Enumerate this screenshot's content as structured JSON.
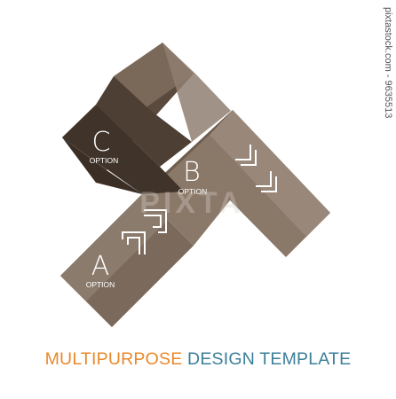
{
  "options": [
    {
      "letter": "C",
      "label": "OPTION"
    },
    {
      "letter": "B",
      "label": "OPTION"
    },
    {
      "letter": "A",
      "label": "OPTION"
    }
  ],
  "title": {
    "part1": "MULTIPURPOSE",
    "part2": "DESIGN TEMPLATE",
    "color1": "#e8892b",
    "color2": "#3b7f9a"
  },
  "watermark": {
    "brand": "PIXTA",
    "side_text": "pixtastock.com - 9635513"
  },
  "colors": {
    "band_dark": "#3d3127",
    "band_mid": "#6b5a4c",
    "band_light": "#8c7a6b",
    "band_pale": "#a8998b"
  },
  "icons": [
    "corner-arrow-icon",
    "corner-arrow-icon",
    "corner-arrow-icon",
    "corner-arrow-icon"
  ]
}
